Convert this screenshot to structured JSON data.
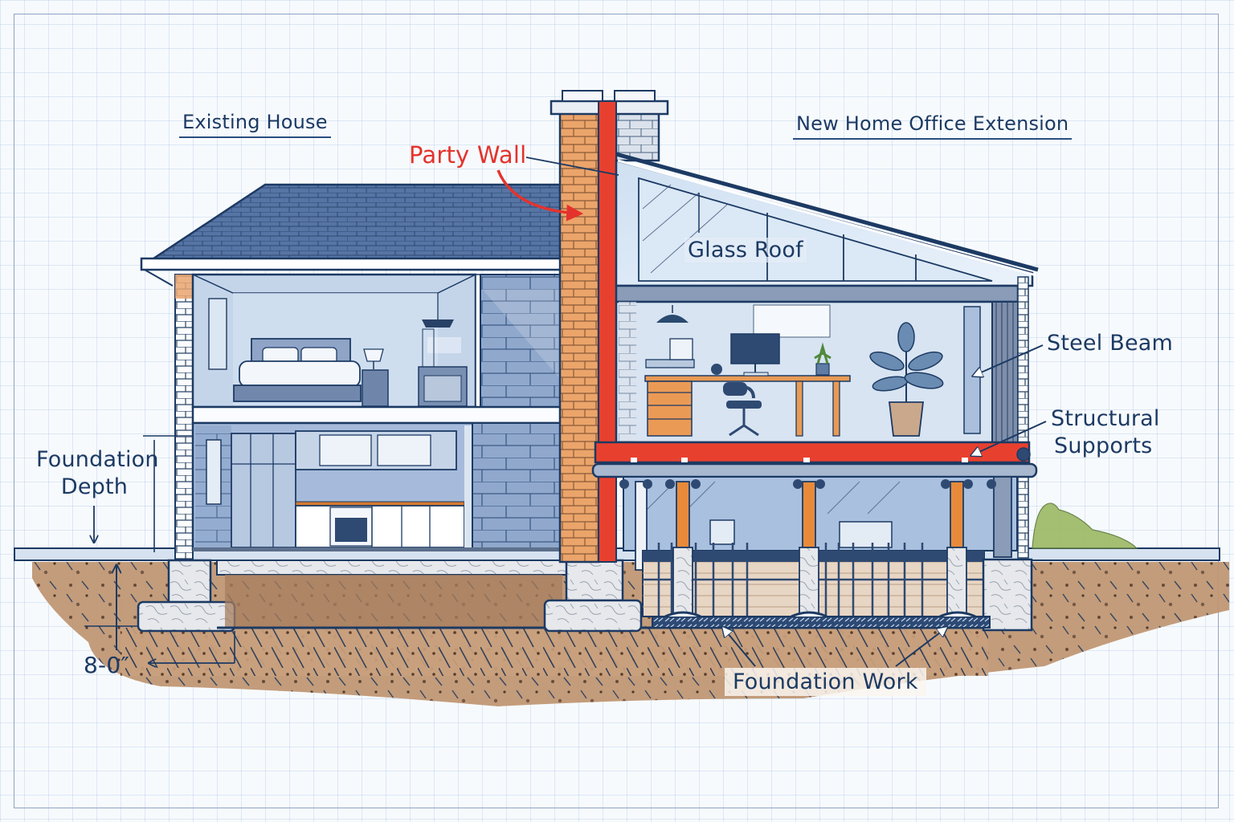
{
  "diagram": {
    "type": "architectural-cross-section",
    "sections": {
      "left": {
        "title": "Existing House",
        "rooms": [
          "Bedroom",
          "Kitchen"
        ]
      },
      "right": {
        "title": "New Home Office Extension",
        "rooms": [
          "Home Office",
          "Lower Level"
        ]
      }
    },
    "labels": {
      "existing_house": "Existing House",
      "new_extension": "New Home Office Extension",
      "party_wall": "Party Wall",
      "glass_roof": "Glass Roof",
      "steel_beam": "Steel Beam",
      "structural_supports_line1": "Structural",
      "structural_supports_line2": "Supports",
      "foundation_depth_line1": "Foundation",
      "foundation_depth_line2": "Depth",
      "foundation_depth_value": "8-0″",
      "foundation_work": "Foundation Work"
    },
    "colors": {
      "ink": "#1c3a63",
      "party_wall_red": "#e4332c",
      "brick_orange": "#e8a060",
      "roof_blue": "#4f6f9f",
      "interior_blue": "#b9cce4",
      "soil_brown": "#b98a66",
      "concrete": "#e4e6ea",
      "column_orange": "#e88a3a",
      "grid": "#c8d8ea",
      "background": "#f7fafd"
    },
    "icons": [
      "arrow-icon",
      "chimney-icon",
      "bed-icon",
      "lamp-icon",
      "desk-icon",
      "monitor-icon",
      "chair-icon",
      "plant-icon",
      "oven-icon"
    ]
  }
}
